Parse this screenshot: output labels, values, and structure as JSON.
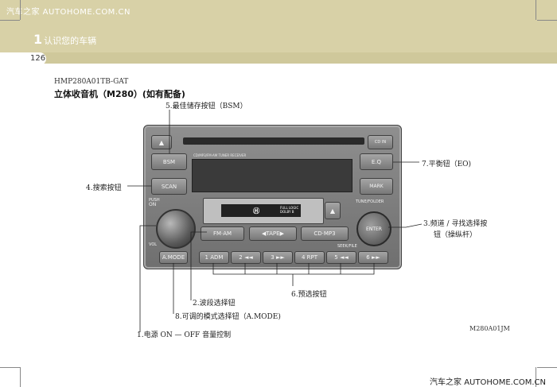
{
  "header": {
    "site": "汽车之家  AUTOHOME.COM.CN",
    "chapter_num": "1",
    "chapter_title": "认识您的车辆",
    "page": "126"
  },
  "doc": {
    "code": "HMP280A01TB-GAT",
    "title": "立体收音机（M280）(如有配备)",
    "figure_code": "M280A01JM"
  },
  "footer": {
    "site": "汽车之家  AUTOHOME.COM.CN"
  },
  "callouts": {
    "bsm": "5.最佳储存按钮（BSM）",
    "search": "4.搜索按钮",
    "eq": "7.平衡钮（EO)",
    "tune_line1": "3.频道 / 寻找选择按",
    "tune_line2": "钮（操纵杆）",
    "presets": "6.预选按钮",
    "band": "2.波段选择钮",
    "amode": "8.可调的模式选择钮（A.MODE)",
    "power": "1.电源 ON — OFF 音量控制"
  },
  "radio": {
    "eject": "▲",
    "cd_in": "CD IN",
    "bsm": "BSM",
    "scan": "SCAN",
    "display_label": "CD/MP3/FM·AM TUNER RECEIVER",
    "eq": "E.Q",
    "mark": "MARK",
    "tune_folder": "TUNE/FOLDER",
    "enter": "ENTER",
    "push_on": "PUSH",
    "on": "ON",
    "vol": "VOL",
    "fm_am": "FM·AM",
    "tape": "◀TAPE▶",
    "cd_mp3": "CD·MP3",
    "tape_eject": "▲",
    "seek_file": "SEEK/FILE",
    "amode": "A.MODE",
    "brand": "Ⓗ",
    "full_logic_1": "FULL LOGIC",
    "full_logic_2": "DOLBY B",
    "presets": [
      "1 ADM",
      "2 ◄◄",
      "3 ►►",
      "4 RPT",
      "5 ◄◄",
      "6 ►►"
    ]
  }
}
